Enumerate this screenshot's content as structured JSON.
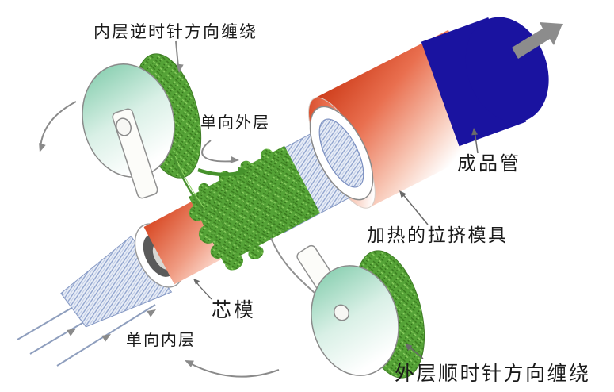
{
  "diagram": {
    "labels": {
      "inner_layer_winding": "内层逆时针方向缠绕",
      "unidirectional_outer_layer": "单向外层",
      "finished_tube": "成品管",
      "heated_pultrusion_die": "加热的拉挤模具",
      "mandrel": "芯模",
      "unidirectional_inner_layer": "单向内层",
      "outer_layer_winding": "外层顺时针方向缠绕"
    },
    "colors": {
      "background": "#ffffff",
      "fiber_green": "#55a337",
      "fiber_green_dark": "#3a7c1f",
      "spool_disc_teal": "#7fcbaa",
      "layer_hatch_blue": "#8ba0cc",
      "die_red": "#cf3f1d",
      "mandrel_red": "#da4f2b",
      "finished_tube_navy": "#1a13a0",
      "arrow_gray": "#8c8c8c",
      "label_text": "#1a1a1a"
    }
  }
}
